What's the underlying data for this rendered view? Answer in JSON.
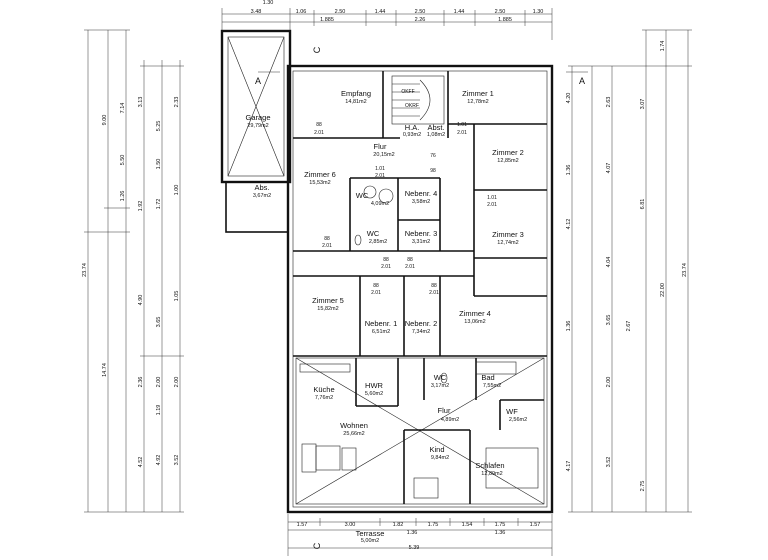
{
  "top_dims": {
    "row1": [
      "1.30",
      "3.48",
      "1.06",
      "2.50",
      "1.44",
      "2.50",
      "1.44",
      "2.50",
      "1.30"
    ],
    "row2": [
      "1.885",
      "2.26",
      "1.885"
    ]
  },
  "bottom_dims": {
    "row1": [
      "1.57",
      "3.00",
      "1.82",
      "1.75",
      "1.54",
      "1.75",
      "1.57"
    ],
    "row2": [
      "1.36",
      "1.36"
    ],
    "row3": [
      "5.39"
    ]
  },
  "left_dims": {
    "outer": [
      "23.74",
      "14.74",
      "9.00",
      "5.50"
    ],
    "middle": [
      "7.14",
      "3.13",
      "1.26",
      "1.92",
      "4.90",
      "2.36",
      "4.52"
    ],
    "inner": [
      "5.25",
      "1.50",
      "1.72",
      "3.65",
      "2.00",
      "1.19",
      "4.92"
    ],
    "innermost": [
      "2.33",
      "1.00",
      "1.05",
      "2.00",
      "3.52"
    ]
  },
  "right_dims": {
    "outer": [
      "23.74",
      "22.00",
      "1.74"
    ],
    "middle": [
      "3.07",
      "6.81",
      "2.75"
    ],
    "inner": [
      "4.20",
      "1.36",
      "4.12",
      "4.17",
      "1.36"
    ],
    "innermost": [
      "2.63",
      "4.07",
      "4.04",
      "3.65",
      "2.67",
      "2.00",
      "3.52"
    ]
  },
  "section_labels": [
    "A",
    "A",
    "C",
    "C"
  ],
  "rooms": [
    {
      "name": "Empfang",
      "area": "14,81m2"
    },
    {
      "name": "Zimmer 1",
      "area": "12,78m2"
    },
    {
      "name": "Zimmer 2",
      "area": "12,85m2"
    },
    {
      "name": "Zimmer 3",
      "area": "12,74m2"
    },
    {
      "name": "Zimmer 4",
      "area": "13,06m2"
    },
    {
      "name": "Zimmer 5",
      "area": "15,82m2"
    },
    {
      "name": "Zimmer 6",
      "area": "15,53m2"
    },
    {
      "name": "Flur",
      "area": "20,15m2"
    },
    {
      "name": "Nebenr. 1",
      "area": "6,51m2"
    },
    {
      "name": "Nebenr. 2",
      "area": "7,34m2"
    },
    {
      "name": "Nebenr. 3",
      "area": "3,31m2"
    },
    {
      "name": "Nebenr. 4",
      "area": "3,58m2"
    },
    {
      "name": "WC",
      "area": "4,09m2"
    },
    {
      "name": "WC",
      "area": "2,85m2"
    },
    {
      "name": "H.A.",
      "area": "0,93m2"
    },
    {
      "name": "Abst.",
      "area": "1,08m2"
    },
    {
      "name": "Abs.",
      "area": "3,67m2"
    },
    {
      "name": "Garage",
      "area": "29,79m2"
    },
    {
      "name": "Küche",
      "area": "7,76m2"
    },
    {
      "name": "HWR",
      "area": "5,60m2"
    },
    {
      "name": "WC",
      "area": "3,17m2"
    },
    {
      "name": "Bad",
      "area": "7,55m2"
    },
    {
      "name": "Flur",
      "area": "4,89m2"
    },
    {
      "name": "WF",
      "area": "2,56m2"
    },
    {
      "name": "Wohnen",
      "area": "25,66m2"
    },
    {
      "name": "Kind",
      "area": "9,84m2"
    },
    {
      "name": "Schlafen",
      "area": "12,89m2"
    },
    {
      "name": "Terrasse",
      "area": "5,00m2"
    }
  ],
  "door_labels": [
    "88",
    "2.01",
    "1.01",
    "2.01",
    "76",
    "98",
    "1.01",
    "2.01",
    "88",
    "2.01",
    "88",
    "2.01",
    "88",
    "2.01",
    "1.01",
    "2.01",
    "88",
    "2.01",
    "88",
    "2.01"
  ],
  "stair_labels": [
    "OKFF",
    "OKRF"
  ]
}
